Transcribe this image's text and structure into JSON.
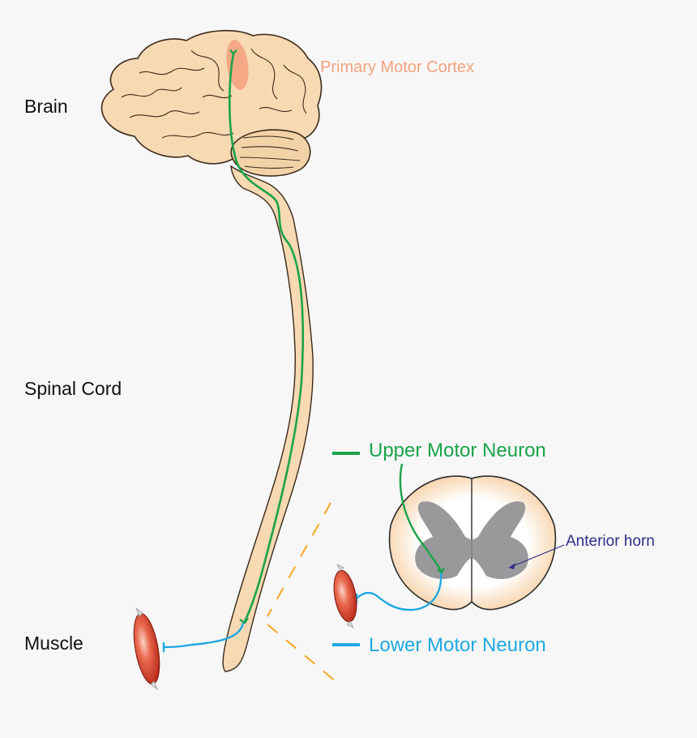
{
  "labels": {
    "brain": "Brain",
    "spinal_cord": "Spinal Cord",
    "muscle": "Muscle",
    "primary_motor_cortex": "Primary Motor Cortex",
    "upper_motor_neuron": "Upper Motor Neuron",
    "lower_motor_neuron": "Lower Motor Neuron",
    "anterior_horn": "Anterior horn"
  },
  "colors": {
    "upper_motor_neuron": "#1aa34a",
    "lower_motor_neuron": "#1fa9e1",
    "primary_motor_cortex": "#f4a27e",
    "anterior_horn_label": "#2e2e8a",
    "brain_fill": "#f7d9b4",
    "muscle": "#e04a33",
    "gray_matter": "#8e8e90",
    "zoom_guides": "#f5a623"
  }
}
